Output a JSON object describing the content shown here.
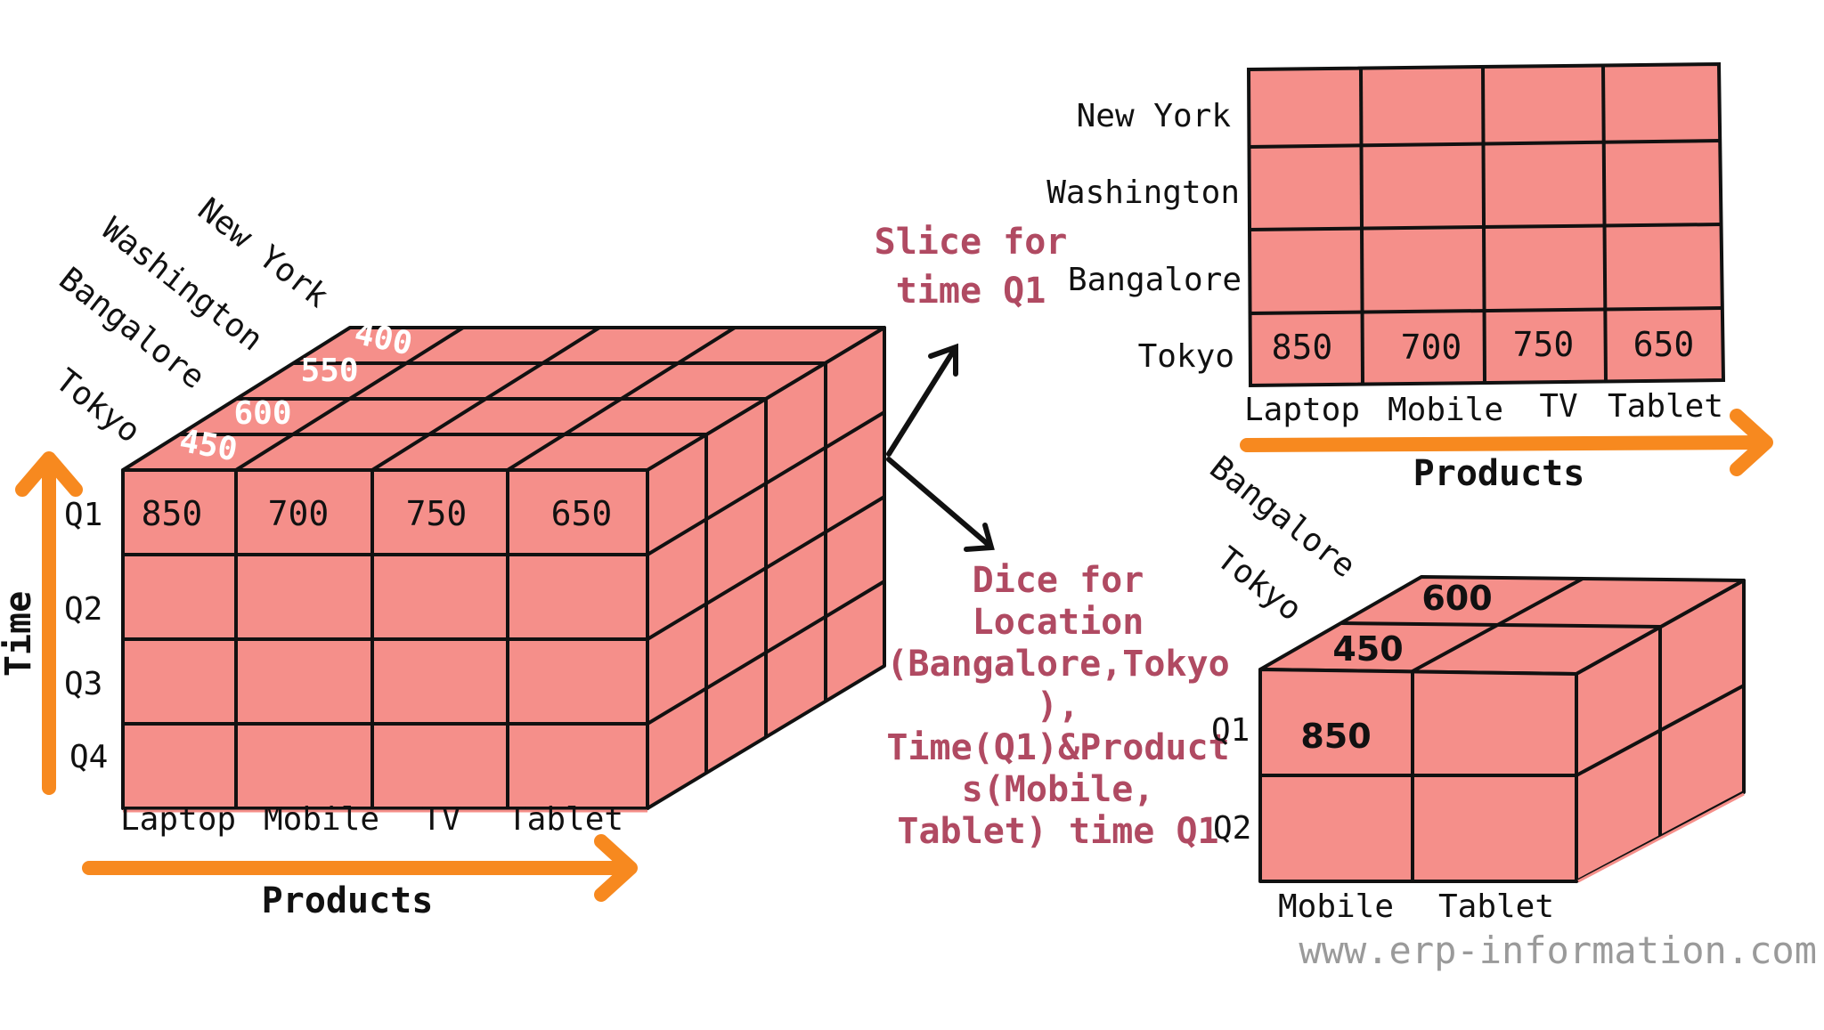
{
  "colors": {
    "cell": "#f58f8a",
    "line": "#111111",
    "arrow": "#f7891f",
    "note": "#b04a62"
  },
  "cube": {
    "locations": [
      "New York",
      "Washington",
      "Bangalore",
      "Tokyo"
    ],
    "quarters": [
      "Q1",
      "Q2",
      "Q3",
      "Q4"
    ],
    "products": [
      "Laptop",
      "Mobile",
      "TV",
      "Tablet"
    ],
    "front_q1": [
      "850",
      "700",
      "750",
      "650"
    ],
    "top_laptop": [
      "400",
      "550",
      "600",
      "450"
    ],
    "time_axis": "Time",
    "product_axis": "Products"
  },
  "slice": {
    "note": [
      "Slice for",
      "time Q1"
    ],
    "rows": [
      "New York",
      "Washington",
      "Bangalore",
      "Tokyo"
    ],
    "cols": [
      "Laptop",
      "Mobile",
      "TV",
      "Tablet"
    ],
    "tokyo": [
      "850",
      "700",
      "750",
      "650"
    ],
    "axis": "Products"
  },
  "dice": {
    "note": [
      "Dice for",
      "Location",
      "(Bangalore,Tokyo",
      "),",
      "Time(Q1)&Product",
      "s(Mobile,",
      "Tablet) time Q1"
    ],
    "locations": [
      "Bangalore",
      "Tokyo"
    ],
    "quarters": [
      "Q1",
      "Q2"
    ],
    "products": [
      "Mobile",
      "Tablet"
    ],
    "top": [
      "600",
      "450"
    ],
    "front": "850"
  },
  "watermark": "www.erp-information.com"
}
